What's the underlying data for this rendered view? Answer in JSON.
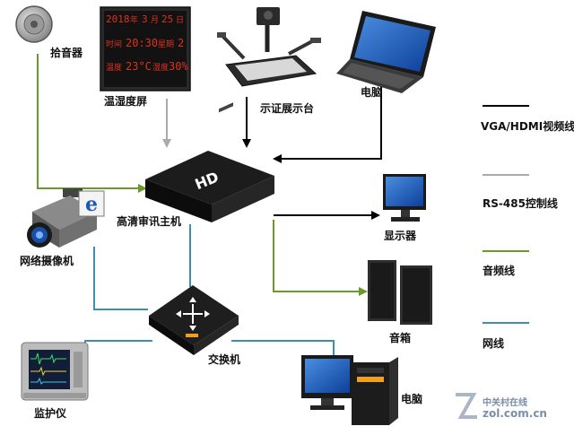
{
  "devices": {
    "pickup": "拾音器",
    "thermo": "温湿度屏",
    "presenter": "示证展示台",
    "laptop": "电脑",
    "host": "高清审讯主机",
    "camera": "网络摄像机",
    "monitor": "显示器",
    "speakers": "音箱",
    "switch": "交换机",
    "patient_monitor": "监护仪",
    "pc": "电脑"
  },
  "thermo_display": {
    "line1_a": "2018",
    "line1_b": "年",
    "line1_c": "3",
    "line1_d": "月",
    "line1_e": "25",
    "line1_f": "日",
    "line2_a": "时间",
    "line2_b": "20:30",
    "line2_c": "星期",
    "line2_d": "2",
    "line3_a": "温度",
    "line3_b": "23°C",
    "line3_c": "湿度",
    "line3_d": "30%"
  },
  "host_badge": "HD",
  "legend": [
    {
      "label": "VGA/HDMI视频线",
      "color": "#000000"
    },
    {
      "label": "RS-485控制线",
      "color": "#aaaaaa"
    },
    {
      "label": "音频线",
      "color": "#6a9a2a"
    },
    {
      "label": "网线",
      "color": "#3d8fb0"
    }
  ],
  "watermark": {
    "cn": "中关村在线",
    "en": "zol.com.cn"
  }
}
